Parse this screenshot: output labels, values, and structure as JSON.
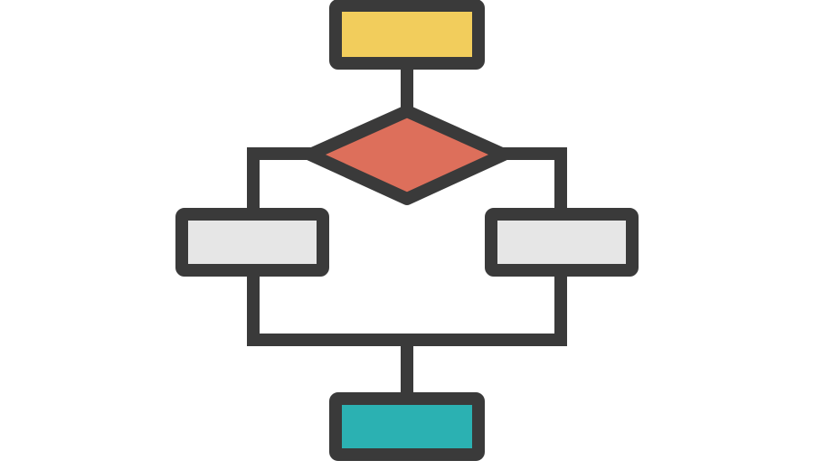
{
  "diagram": {
    "type": "flowchart-icon",
    "colors": {
      "background": "#ffffff",
      "outline": "#3a3a3a",
      "start_box": "#f2cd5c",
      "decision": "#dd6f5b",
      "process_boxes": "#e6e6e6",
      "end_box": "#2bb1b2"
    },
    "nodes": [
      {
        "id": "start",
        "shape": "rectangle",
        "color": "start_box"
      },
      {
        "id": "decision",
        "shape": "diamond",
        "color": "decision"
      },
      {
        "id": "left-process",
        "shape": "rectangle",
        "color": "process_boxes"
      },
      {
        "id": "right-process",
        "shape": "rectangle",
        "color": "process_boxes"
      },
      {
        "id": "end",
        "shape": "rectangle",
        "color": "end_box"
      }
    ],
    "edges": [
      {
        "from": "start",
        "to": "decision"
      },
      {
        "from": "decision",
        "to": "left-process"
      },
      {
        "from": "decision",
        "to": "right-process"
      },
      {
        "from": "left-process",
        "to": "end"
      },
      {
        "from": "right-process",
        "to": "end"
      }
    ]
  }
}
